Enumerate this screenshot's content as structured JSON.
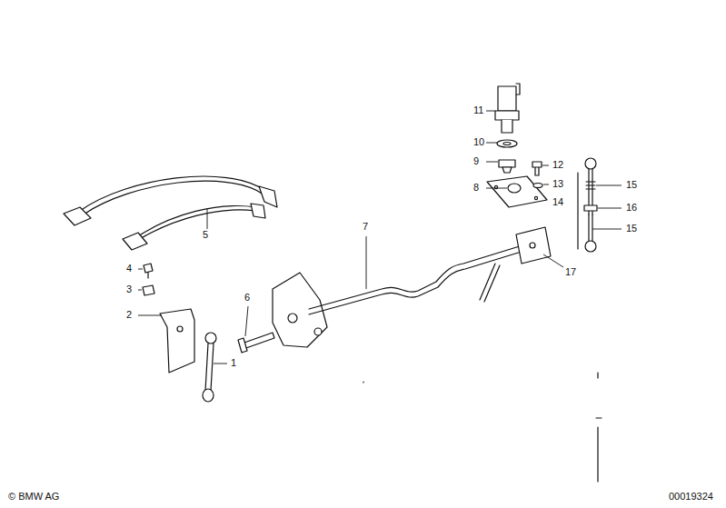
{
  "diagram": {
    "labels": [
      "11",
      "10",
      "9",
      "12",
      "15",
      "13",
      "8",
      "14",
      "16",
      "15",
      "17",
      "7",
      "5",
      "4",
      "3",
      "6",
      "2",
      "1",
      "© BMW AG",
      "00019324"
    ]
  }
}
